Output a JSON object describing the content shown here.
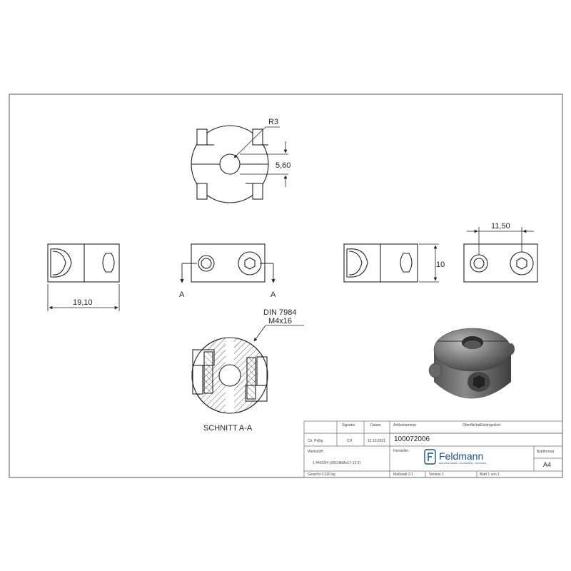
{
  "dimensions": {
    "r3": "R3",
    "d560": "5,60",
    "d1910": "19,10",
    "d10": "10",
    "d1150": "11,50"
  },
  "section": {
    "marker": "A",
    "title": "SCHNITT A-A",
    "screw_std": "DIN 7984",
    "screw_size": "M4x16"
  },
  "title_block": {
    "col_bearbeiter": "Ch. Pollig",
    "col_signatur_h": "Signatur",
    "col_datum_h": "Datum",
    "signatur": "CH",
    "datum": "12.10.2021",
    "artikelnummer_h": "Artikelnummer",
    "oberflaeche_h": "Oberfläche:",
    "oberflaeche": "Elektropoliert",
    "part_number": "100072006",
    "werkstoff_h": "Werkstoff:",
    "werkstoff": "1.4401/04 (X5CrNiMo17-12-2)",
    "hersteller_h": "Hersteller",
    "brand": "Feldmann",
    "brand_sub": "EDELSTAHL-HANDEL · GELÄNDERBAU · DETAILTEILE",
    "blattformat_h": "Blattformat",
    "blattformat": "A4",
    "gewicht": "Gewicht 0,020 kg",
    "massstab": "Maßstab 2:1",
    "version": "Version 1",
    "blatt": "Blatt 1 von 1"
  },
  "colors": {
    "line": "#222222",
    "border": "#666666",
    "brand": "#1e4f86"
  }
}
